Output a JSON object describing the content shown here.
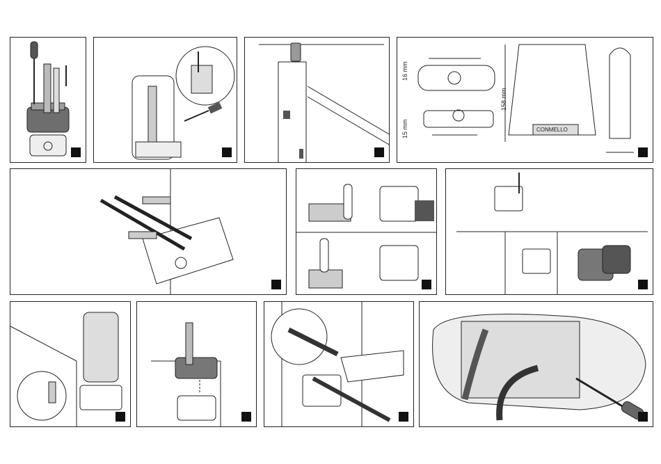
{
  "dimensions": {
    "bracket_top_height": "16 mm",
    "bracket_side_height": "15 mm",
    "post_height": "158 mm"
  },
  "brand": {
    "label": "CONMELLO"
  },
  "colors": {
    "line": "#222222",
    "shade": "#bdbdbd",
    "dark": "#444444",
    "marker": "#111111"
  }
}
